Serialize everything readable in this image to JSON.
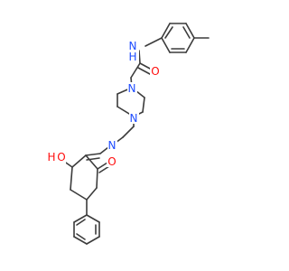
{
  "molecule": {
    "atoms": {
      "amide_n": {
        "text": "N",
        "subtext": "H",
        "color": "#1f4dff"
      },
      "amide_o": {
        "text": "O",
        "color": "#ff0d0d"
      },
      "pip_n_top": {
        "text": "N",
        "color": "#1f4dff"
      },
      "pip_n_bottom": {
        "text": "N",
        "color": "#1f4dff"
      },
      "imine_n": {
        "text": "N",
        "color": "#1f4dff"
      },
      "hydroxyl_o": {
        "text": "O",
        "subtext": "H",
        "prefix": "H",
        "color": "#ff0d0d"
      },
      "ketone_o": {
        "text": "O",
        "color": "#ff0d0d"
      }
    }
  },
  "colors": {
    "bond": "#3c3c3c",
    "background": "#ffffff"
  }
}
